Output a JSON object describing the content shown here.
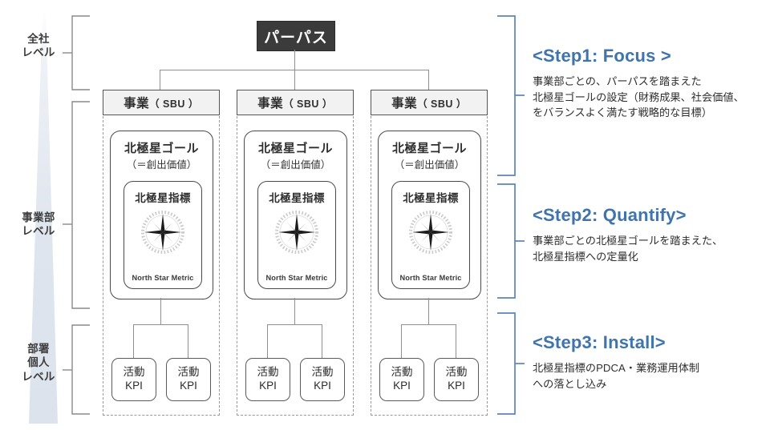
{
  "levels": [
    {
      "id": "company",
      "label": "全社\nレベル"
    },
    {
      "id": "division",
      "label": "事業部\nレベル"
    },
    {
      "id": "department",
      "label": "部署\n個人\nレベル"
    }
  ],
  "purpose": {
    "label": "パーパス"
  },
  "columns": [
    {
      "sbu_label_main": "事業",
      "sbu_label_sub": "（ SBU ）",
      "goal_title": "北極星ゴール",
      "goal_subtitle": "（＝創出価値）",
      "metric_title": "北極星指標",
      "metric_caption": "North Star Metric",
      "kpis": [
        {
          "line1": "活動",
          "line2": "KPI"
        },
        {
          "line1": "活動",
          "line2": "KPI"
        }
      ]
    },
    {
      "sbu_label_main": "事業",
      "sbu_label_sub": "（ SBU ）",
      "goal_title": "北極星ゴール",
      "goal_subtitle": "（＝創出価値）",
      "metric_title": "北極星指標",
      "metric_caption": "North Star Metric",
      "kpis": [
        {
          "line1": "活動",
          "line2": "KPI"
        },
        {
          "line1": "活動",
          "line2": "KPI"
        }
      ]
    },
    {
      "sbu_label_main": "事業",
      "sbu_label_sub": "（ SBU ）",
      "goal_title": "北極星ゴール",
      "goal_subtitle": "（＝創出価値）",
      "metric_title": "北極星指標",
      "metric_caption": "North Star Metric",
      "kpis": [
        {
          "line1": "活動",
          "line2": "KPI"
        },
        {
          "line1": "活動",
          "line2": "KPI"
        }
      ]
    }
  ],
  "steps": [
    {
      "id": "step1",
      "heading": "<Step1: Focus >",
      "body": "事業部ごとの、パーパスを踏まえた\n北極星ゴールの設定（財務成果、社会価値、\nをバランスよく満たす戦略的な目標）"
    },
    {
      "id": "step2",
      "heading": "<Step2: Quantify>",
      "body": "事業部ごとの北極星ゴールを踏まえた、\n北極星指標への定量化"
    },
    {
      "id": "step3",
      "heading": "<Step3: Install>",
      "body": "北極星指標のPDCA・業務運用体制\nへの落とし込み"
    }
  ],
  "colors": {
    "accent_blue": "#3f74ad",
    "bracket_blue": "#5b85b8",
    "bracket_gray": "#8a8a8a",
    "purpose_bg": "#3b3b3b",
    "sbu_bg": "#f2f2f2",
    "triangle": "#dde3ed"
  }
}
